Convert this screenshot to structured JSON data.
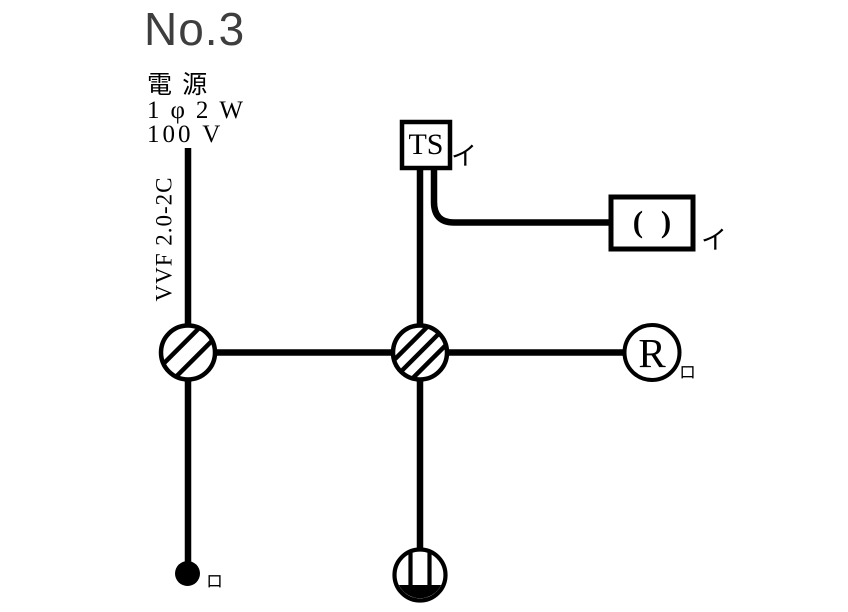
{
  "title": "No.3",
  "power_source": {
    "label": "電 源",
    "phase": "1φ2W",
    "voltage": "100 V"
  },
  "cable": {
    "label": "VVF 2.0-2C"
  },
  "components": {
    "timer_switch": {
      "label": "TS",
      "circuit": "イ"
    },
    "ceiling_rosette": {
      "label": "( )",
      "circuit": "イ"
    },
    "lamp_receptacle": {
      "label": "R",
      "circuit": "ロ"
    },
    "switch": {
      "circuit": "ロ"
    }
  },
  "symbols": {
    "junction_box_left": "hatched-circle-junction-box",
    "junction_box_center": "hatched-circle-junction-box",
    "switch": "filled-dot-switch",
    "outlet": "circle-two-bars-filled-bottom-outlet"
  },
  "colors": {
    "line": "#000000",
    "title": "#3e3e3e",
    "background": "#ffffff"
  }
}
